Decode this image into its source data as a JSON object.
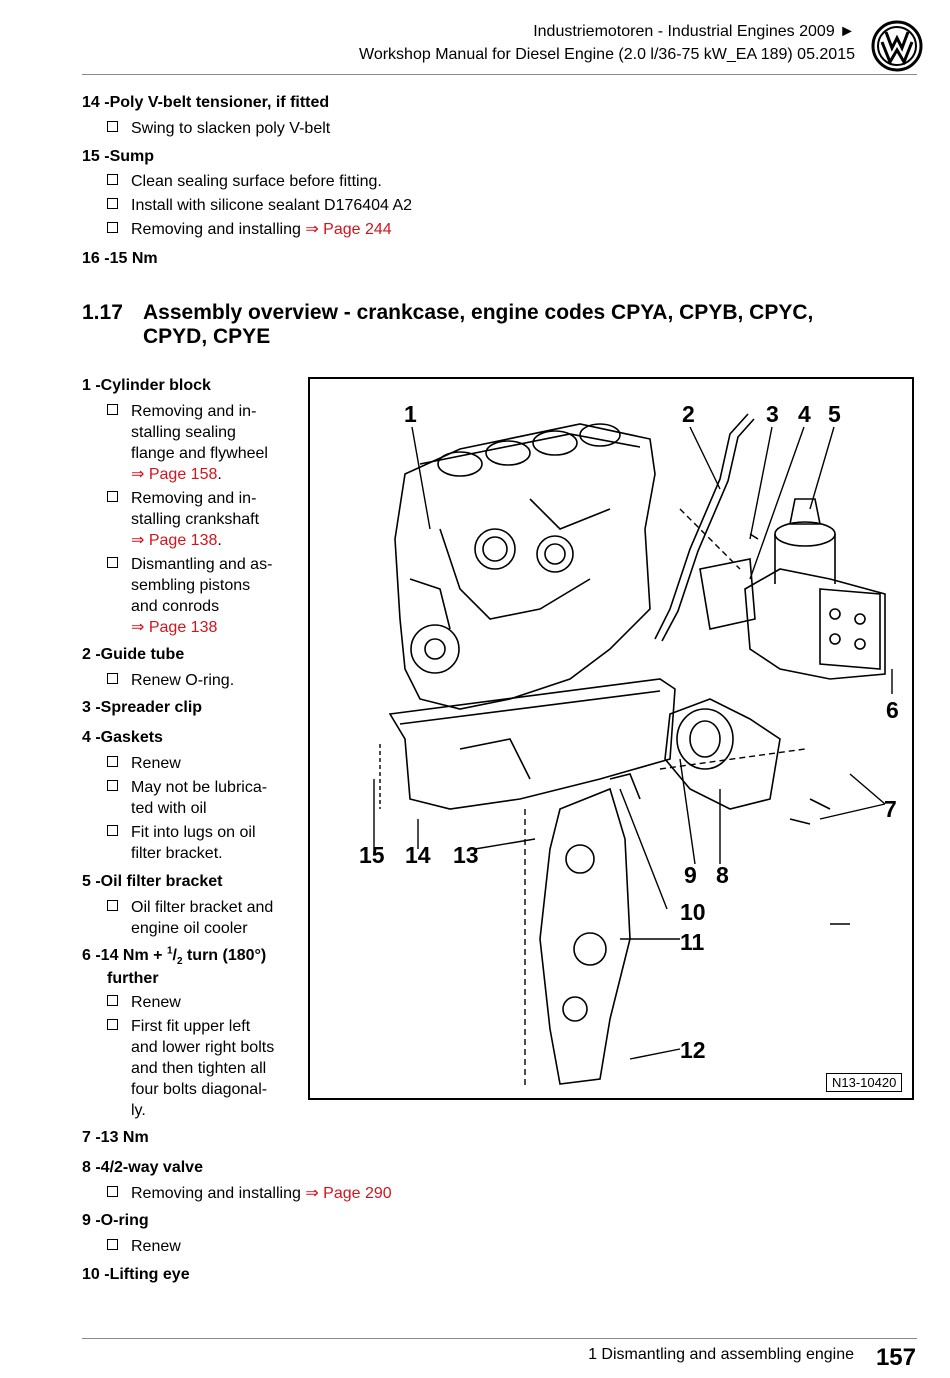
{
  "header": {
    "line1": "Industriemotoren - Industrial Engines  2009 ►",
    "line2": "Workshop Manual for Diesel Engine (2.0 l/36-75 kW_EA 189) 05.2015"
  },
  "items_top": [
    {
      "num": "14 -",
      "title": "Poly V-belt tensioner, if fitted",
      "bullets": [
        "Swing to slacken poly V-belt"
      ]
    },
    {
      "num": "15 -",
      "title": "Sump",
      "bullets": [
        "Clean sealing surface before fitting.",
        "Install with silicone sealant D176404 A2",
        "Removing and installing"
      ],
      "link": "⇒ Page 244"
    },
    {
      "num": "16 -",
      "title": "15 Nm"
    }
  ],
  "section": {
    "number": "1.17",
    "title": "Assembly overview - crankcase, engine codes CPYA, CPYB, CPYC, CPYD, CPYE"
  },
  "items": {
    "i1": {
      "num": "1 -",
      "title": "Cylinder block",
      "b1": "Removing and in-\nstalling sealing\nflange and flywheel",
      "b1_link": "⇒ Page 158",
      "b2": "Removing and in-\nstalling crankshaft",
      "b2_link": "⇒ Page 138",
      "b3": "Dismantling and as-\nsembling pistons\nand conrods",
      "b3_link": "⇒ Page 138"
    },
    "i2": {
      "num": "2 -",
      "title": "Guide tube",
      "b1": "Renew O-ring."
    },
    "i3": {
      "num": "3 -",
      "title": "Spreader clip"
    },
    "i4": {
      "num": "4 -",
      "title": "Gaskets",
      "b1": "Renew",
      "b2": "May not be lubrica-\nted with oil",
      "b3": "Fit into lugs on oil\nfilter bracket."
    },
    "i5": {
      "num": "5 -",
      "title": "Oil filter bracket",
      "b1": "Oil filter bracket and\nengine oil cooler"
    },
    "i6": {
      "num": "6 -",
      "title_a": "14 Nm + ",
      "sup": "1",
      "sub": "2",
      "title_b": " turn (180°)",
      "title_c": "further",
      "b1": "Renew",
      "b2": "First fit upper left\nand lower right bolts\nand then tighten all\nfour bolts diagonal-\nly."
    },
    "i7": {
      "num": "7 -",
      "title": "13 Nm"
    },
    "i8": {
      "num": "8 -",
      "title": "4/2-way valve",
      "b1": "Removing and installing",
      "b1_link": "⇒ Page 290"
    },
    "i9": {
      "num": "9 -",
      "title": "O-ring",
      "b1": "Renew"
    },
    "i10": {
      "num": "10 -",
      "title": "Lifting eye"
    }
  },
  "figure": {
    "labels": [
      "1",
      "2",
      "3",
      "4",
      "5",
      "6",
      "7",
      "8",
      "9",
      "10",
      "11",
      "12",
      "13",
      "14",
      "15"
    ],
    "ref": "N13-10420"
  },
  "footer": {
    "chapter": "1  Dismantling and assembling engine",
    "page": "157"
  }
}
